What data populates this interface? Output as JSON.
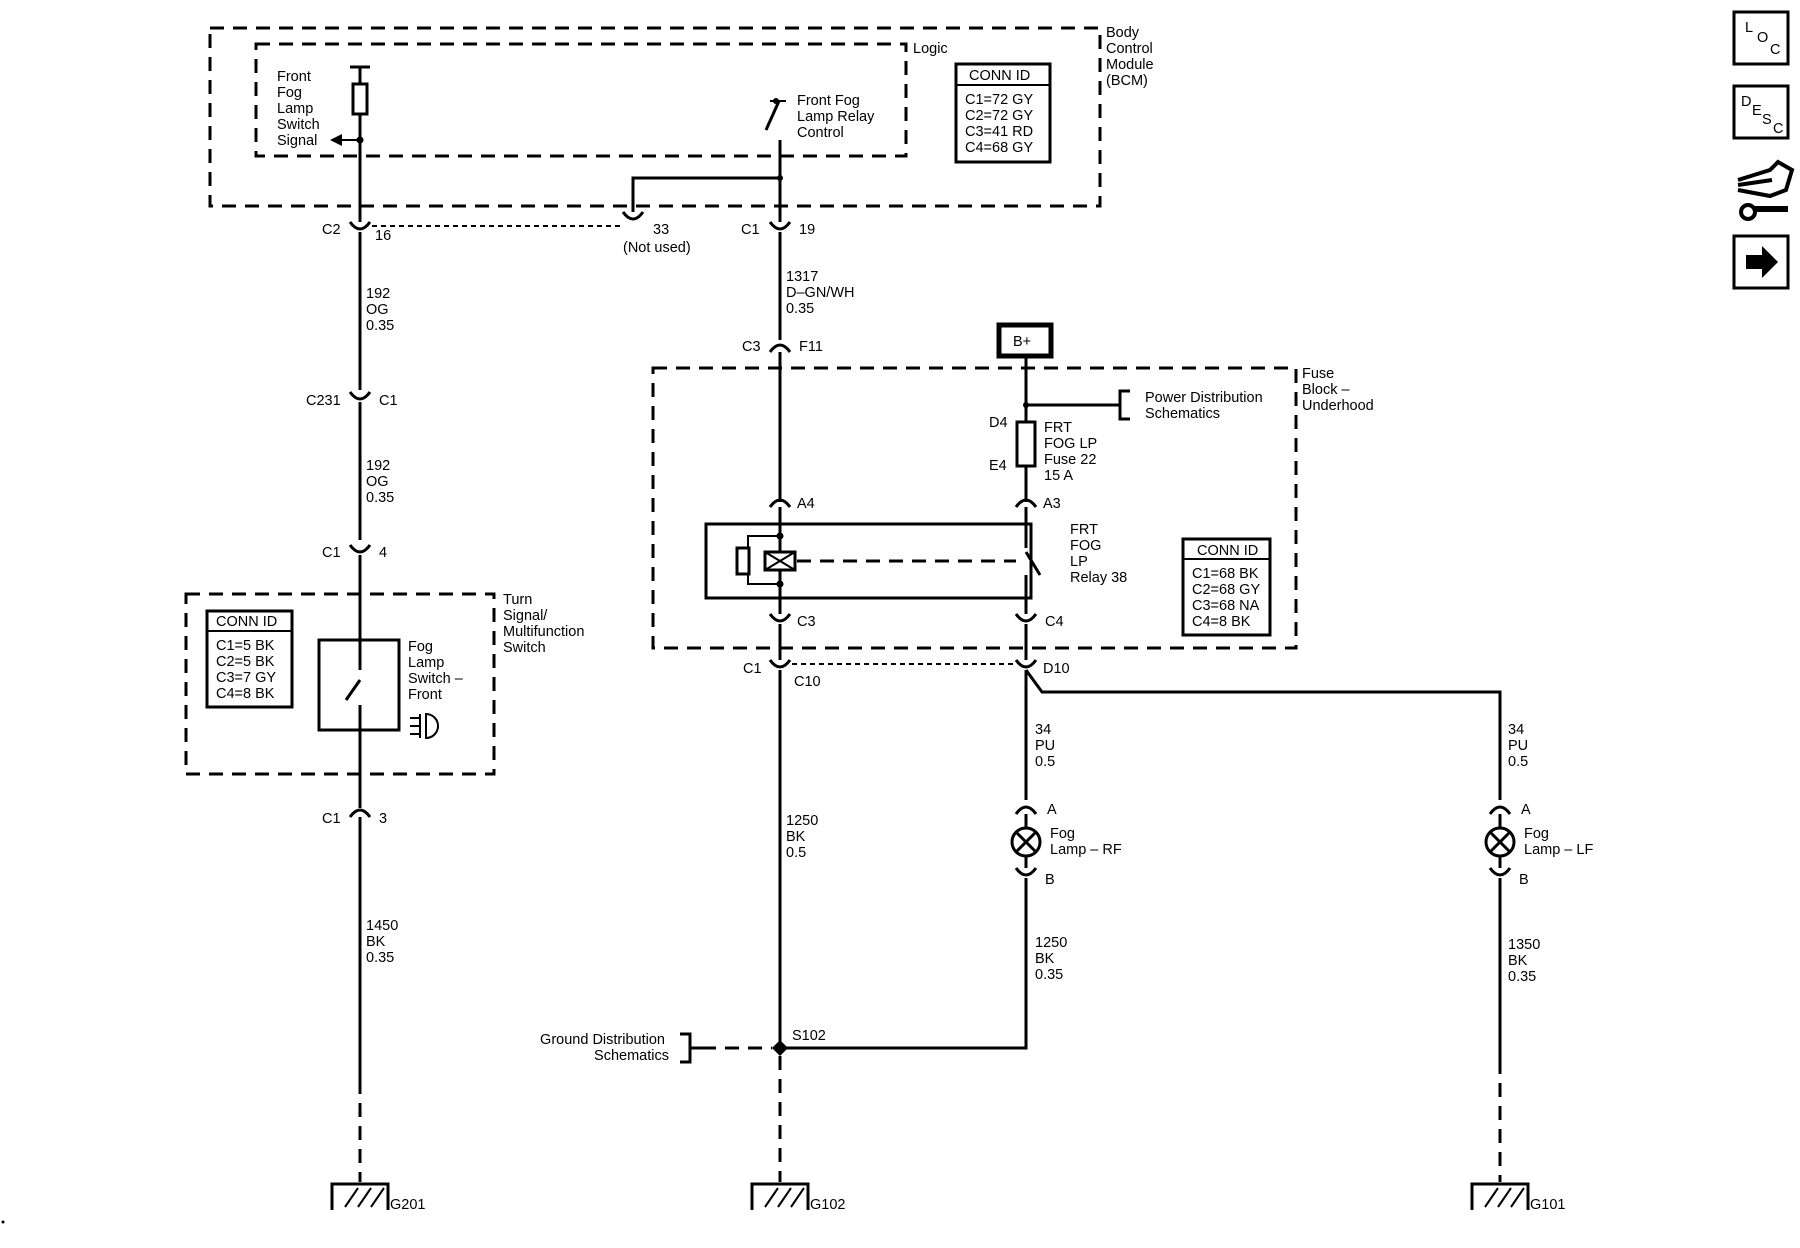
{
  "modules": {
    "bcm": [
      "Body",
      "Control",
      "Module",
      "(BCM)"
    ],
    "logic": "Logic",
    "fuse_block": [
      "Fuse",
      "Block –",
      "Underhood"
    ],
    "turn_switch": [
      "Turn",
      "Signal/",
      "Multifunction",
      "Switch"
    ]
  },
  "bcm_labels": {
    "fog_switch_signal": [
      "Front",
      "Fog",
      "Lamp",
      "Switch",
      "Signal"
    ],
    "relay_control": [
      "Front Fog",
      "Lamp Relay",
      "Control"
    ]
  },
  "conn_tables": {
    "bcm": {
      "title": "CONN ID",
      "rows": [
        "C1=72 GY",
        "C2=72 GY",
        "C3=41 RD",
        "C4=68 GY"
      ]
    },
    "fuse": {
      "title": "CONN ID",
      "rows": [
        "C1=68 BK",
        "C2=68 GY",
        "C3=68 NA",
        "C4=8 BK"
      ]
    },
    "switch": {
      "title": "CONN ID",
      "rows": [
        "C1=5 BK",
        "C2=5 BK",
        "C3=7 GY",
        "C4=8 BK"
      ]
    }
  },
  "connectors": {
    "bcm_c2": "C2",
    "bcm_c2_pin": "16",
    "unused_pin": "33",
    "not_used": "(Not used)",
    "bcm_c1": "C1",
    "bcm_c1_pin": "19",
    "fuse_c3": "C3",
    "fuse_c3_pin": "F11",
    "c231": "C231",
    "c231_pin": "C1",
    "sw_c1_top": "C1",
    "sw_c1_top_pin": "4",
    "sw_c1_bot": "C1",
    "sw_c1_bot_pin": "3",
    "relay_a4": "A4",
    "relay_a3": "A3",
    "relay_c3": "C3",
    "relay_c4": "C4",
    "fuse_c1": "C1",
    "fuse_c1_pin": "C10",
    "fuse_d10": "D10",
    "rf_a": "A",
    "rf_b": "B",
    "lf_a": "A",
    "lf_b": "B",
    "fuse_d4": "D4",
    "fuse_e4": "E4"
  },
  "wires": {
    "w192_top": [
      "192",
      "OG",
      "0.35"
    ],
    "w192_mid": [
      "192",
      "OG",
      "0.35"
    ],
    "w1450": [
      "1450",
      "BK",
      "0.35"
    ],
    "w1317": [
      "1317",
      "D–GN/WH",
      "0.35"
    ],
    "w1250_left": [
      "1250",
      "BK",
      "0.5"
    ],
    "w34_rf": [
      "34",
      "PU",
      "0.5"
    ],
    "w34_lf": [
      "34",
      "PU",
      "0.5"
    ],
    "w1250_rf": [
      "1250",
      "BK",
      "0.35"
    ],
    "w1350_lf": [
      "1350",
      "BK",
      "0.35"
    ]
  },
  "components": {
    "b_plus": "B+",
    "power_dist": [
      "Power Distribution",
      "Schematics"
    ],
    "fuse": [
      "FRT",
      "FOG LP",
      "Fuse 22",
      "15 A"
    ],
    "relay": [
      "FRT",
      "FOG",
      "LP",
      "Relay 38"
    ],
    "fog_switch": [
      "Fog",
      "Lamp",
      "Switch –",
      "Front"
    ],
    "rf_lamp": [
      "Fog",
      "Lamp – RF"
    ],
    "lf_lamp": [
      "Fog",
      "Lamp – LF"
    ],
    "ground_dist": [
      "Ground Distribution",
      "Schematics"
    ],
    "splice": "S102"
  },
  "grounds": {
    "g201": "G201",
    "g102": "G102",
    "g101": "G101"
  },
  "sidebar": {
    "loc": [
      "L",
      "O",
      "C"
    ],
    "desc": [
      "D",
      "E",
      "S",
      "C"
    ]
  }
}
